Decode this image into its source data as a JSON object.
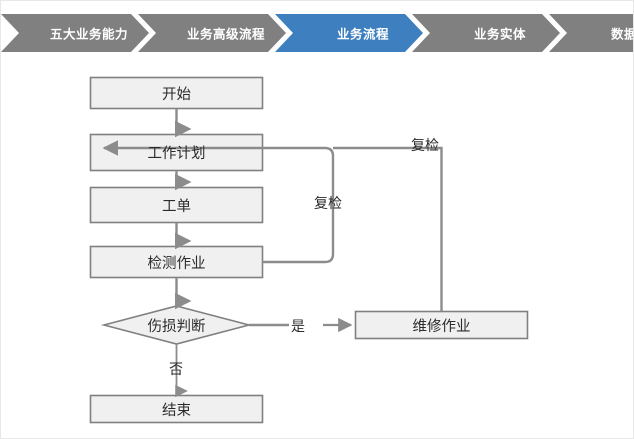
{
  "breadcrumb": {
    "items": [
      {
        "label": "五大业务能力",
        "state": "inactive"
      },
      {
        "label": "业务高级流程",
        "state": "inactive"
      },
      {
        "label": "业务流程",
        "state": "active"
      },
      {
        "label": "业务实体",
        "state": "inactive"
      },
      {
        "label": "数据实体",
        "state": "inactive"
      }
    ],
    "active_index": 2,
    "active_color": "#3d7fbf",
    "inactive_color": "#808080",
    "text_color": "#ffffff"
  },
  "flowchart": {
    "title": "业务流程",
    "node_fill": "#f0f0f0",
    "node_stroke": "#808080",
    "connector_color": "#8c8c8c",
    "nodes": [
      {
        "id": "start",
        "type": "process",
        "label": "开始"
      },
      {
        "id": "work_plan",
        "type": "process",
        "label": "工作计划"
      },
      {
        "id": "work_order",
        "type": "process",
        "label": "工单"
      },
      {
        "id": "inspect",
        "type": "process",
        "label": "检测作业"
      },
      {
        "id": "decision",
        "type": "decision",
        "label": "伤损判断"
      },
      {
        "id": "repair",
        "type": "process",
        "label": "维修作业"
      },
      {
        "id": "end",
        "type": "process",
        "label": "结束"
      }
    ],
    "edge_labels": [
      {
        "id": "recheck_inner",
        "label": "复检"
      },
      {
        "id": "recheck_outer",
        "label": "复检"
      },
      {
        "id": "yes",
        "label": "是"
      },
      {
        "id": "no",
        "label": "否"
      }
    ]
  }
}
